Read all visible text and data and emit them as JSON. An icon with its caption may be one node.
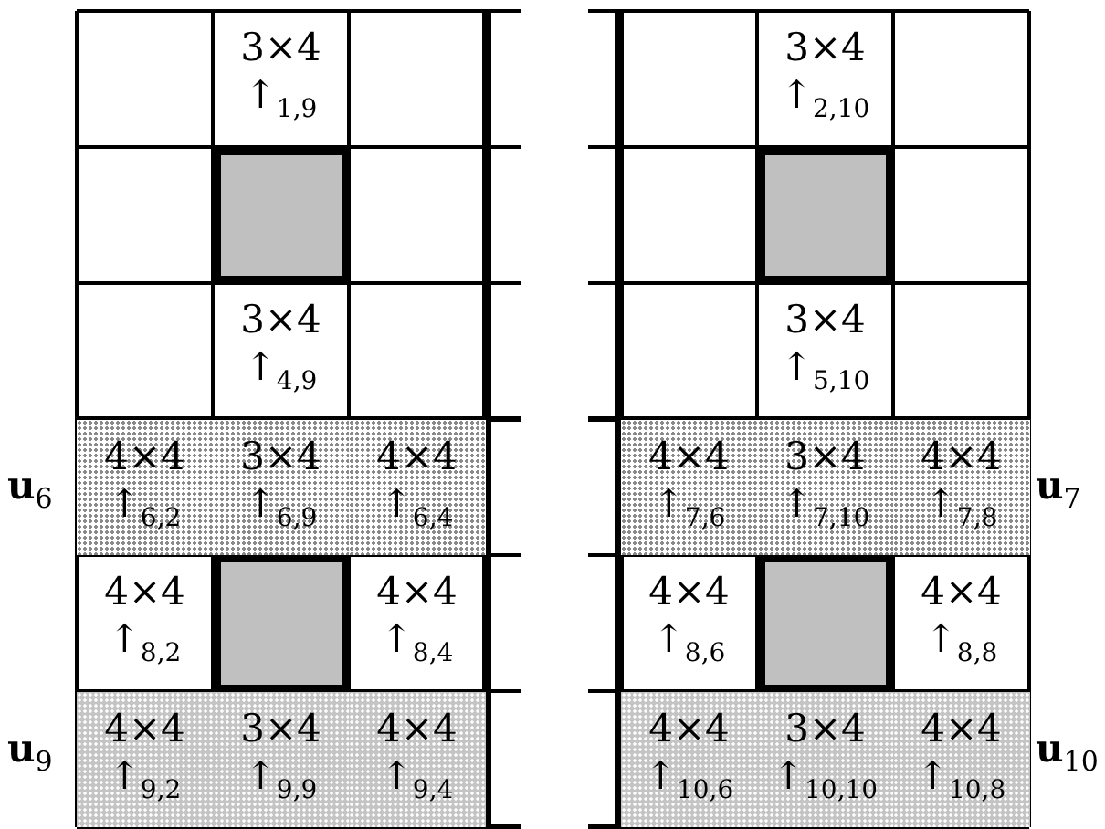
{
  "diagram": {
    "nodes": [
      {
        "text": [
          "3×4",
          "↑$_{1,9}$"
        ]
      },
      {
        "text": [
          "3×4",
          "↑$_{2,10}$"
        ]
      },
      {
        "text": [],
        "shape": "box"
      },
      {
        "text": [],
        "shape": "box"
      },
      {
        "text": [
          "3×4",
          "↑$_{4,9}$"
        ]
      },
      {
        "text": [
          "3×4",
          "↑$_{5,10}$"
        ]
      },
      {
        "text": [
          "4×4",
          "↑$_{6,2}$"
        ]
      },
      {
        "text": [
          "3×4",
          "↑$_{6,9}$"
        ]
      },
      {
        "text": [
          "4×4",
          "↑$_{6,4}$"
        ]
      },
      {
        "text": [
          "4×4",
          "↑$_{7,6}$"
        ]
      },
      {
        "text": [
          "3×4",
          "↑$_{7,10}$"
        ]
      },
      {
        "text": [
          "4×4",
          "↑$_{7,8}$"
        ]
      },
      {
        "text": [
          "4×4",
          "↑$_{8,2}$"
        ]
      },
      {
        "text": [],
        "shape": "box"
      },
      {
        "text": [
          "4×4",
          "↑$_{8,4}$"
        ]
      },
      {
        "text": [
          "4×4",
          "↑$_{8,6}$"
        ]
      },
      {
        "text": [],
        "shape": "box"
      },
      {
        "text": [
          "4×4",
          "↑$_{8,8}$"
        ]
      },
      {
        "text": [
          "4×4",
          "↑$_{9,2}$"
        ]
      },
      {
        "text": [
          "3×4",
          "↑$_{9,9}$"
        ]
      },
      {
        "text": [
          "4×4",
          "↑$_{9,4}$"
        ]
      },
      {
        "text": [
          "4×4",
          "↑$_{10,6}$"
        ]
      },
      {
        "text": [
          "3×4",
          "↑$_{10,10}$"
        ]
      },
      {
        "text": [
          "4×4",
          "↑$_{10,8}$"
        ]
      }
    ],
    "labels": [
      "**u**$_{6}$",
      "**u**$_{7}$",
      "**u**$_{9}$",
      "**u**$_{10}$"
    ]
  }
}
